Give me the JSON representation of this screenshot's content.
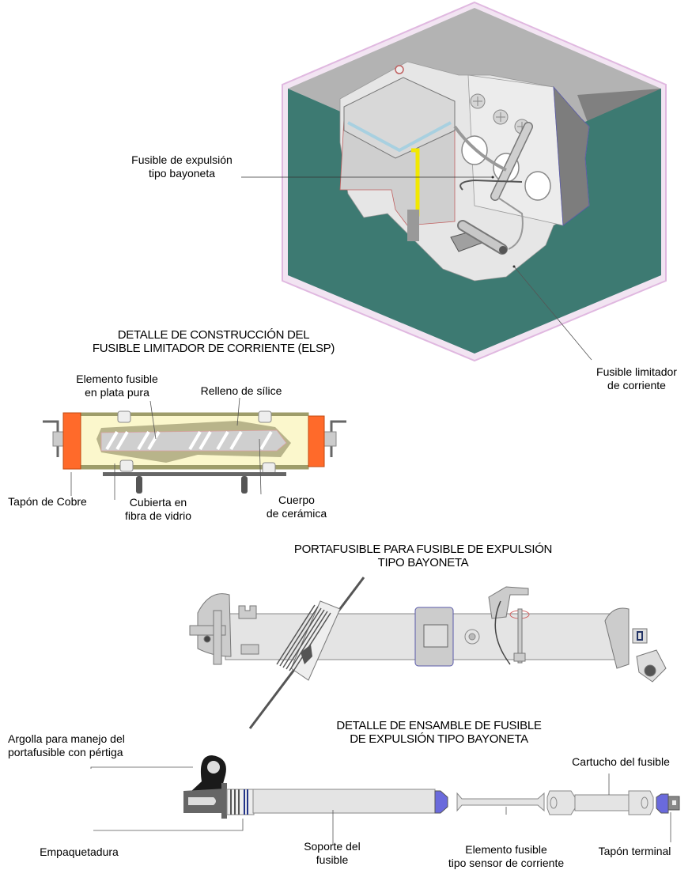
{
  "figure": {
    "colors": {
      "enclosure_green": "#3d7a72",
      "enclosure_top": "#b0b0b0",
      "enclosure_side": "#808080",
      "frame_pink": "#e8c8e8",
      "interior": "#e6e6e6",
      "copper_cap": "#ff6a2a",
      "silica_fill": "#fbf7cc",
      "glass_fiber": "#9e9d6a",
      "blue_band": "#3344aa",
      "holder_body": "#e4e4e4",
      "dark_part": "#555555"
    }
  },
  "enclosure_view": {
    "label_expulsion": [
      "Fusible de expulsión",
      "tipo bayoneta"
    ],
    "label_limiter": [
      "Fusible limitador",
      "de corriente"
    ]
  },
  "elsp_detail": {
    "title": [
      "DETALLE  DE CONSTRUCCIÓN  DEL",
      "FUSIBLE LIMITADOR DE CORRIENTE (ELSP)"
    ],
    "labels": {
      "element": [
        "Elemento fusible",
        "en plata pura"
      ],
      "silica": [
        "Relleno de sílice"
      ],
      "copper_cap": [
        "Tapón de Cobre"
      ],
      "cover": [
        "Cubierta  en",
        "fibra  de vidrio"
      ],
      "ceramic": [
        "Cuerpo",
        "de cerámica"
      ]
    }
  },
  "holder_detail": {
    "title": [
      "PORTAFUSIBLE  PARA FUSIBLE DE EXPULSIÓN",
      "TIPO BAYONETA"
    ]
  },
  "assembly_detail": {
    "title": [
      "DETALLE DE ENSAMBLE DE FUSIBLE",
      "DE EXPULSIÓN TIPO  BAYONETA"
    ],
    "labels": {
      "ring": [
        "Argolla para manejo del",
        "portafusible con pértiga"
      ],
      "gasket": [
        "Empaquetadura"
      ],
      "support": [
        "Soporte del",
        "fusible"
      ],
      "sensor": [
        "Elemento fusible",
        "tipo sensor de corriente"
      ],
      "cartridge": [
        "Cartucho del fusible"
      ],
      "terminal": [
        "Tapón terminal"
      ]
    }
  }
}
